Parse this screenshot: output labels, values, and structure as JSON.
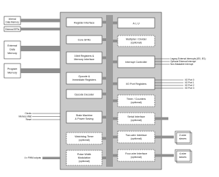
{
  "diagram": {
    "external_left": {
      "internal_data_memory": [
        "Internal",
        "Data Memory"
      ],
      "external_sfrs": "External SFRs",
      "external_data_memory": [
        "External",
        "Data",
        "Memory"
      ],
      "program_memory": [
        "Program",
        "Memory"
      ],
      "clocks_inputs": [
        "Clocks",
        "Memory Wait",
        "Reset"
      ],
      "pwm_outputs": "4 x PWM outputs"
    },
    "blocks_left": {
      "register_interface": "Register Interface",
      "core_sfrs": "Core SFRs",
      "bit16_registers": [
        "16bit Registers &",
        "Memory Interface"
      ],
      "opcode_immediate": [
        "Opcode &",
        "Immediate Registers"
      ],
      "opcode_decoder": "Opcode Decoder",
      "state_machine": [
        "State Machine",
        "& Power Saving"
      ],
      "watchdog_timer": [
        "Watchdog Timer",
        "(optional)"
      ],
      "pwm_module": [
        "Pulse Width",
        "Modulation",
        "(optional)"
      ]
    },
    "blocks_right": {
      "alu": "A L U",
      "multiplier": [
        "Multiplier / Divider",
        "(optional)"
      ],
      "interrupt_controller": "Interrupt Controller",
      "io_port_registers": "I/O Port Registers",
      "timers_counters": [
        "Timer / Counters",
        "(optional)"
      ],
      "serial_interface": [
        "Serial Interface",
        "(optional)"
      ],
      "two_wire": [
        "Two-wire Interface",
        "(optional)"
      ],
      "four_wire": [
        "Four-wire Interface",
        "(optional)"
      ]
    },
    "external_right": {
      "interrupt_labels": [
        "Legacy External Interrupts (IE0, IE1)",
        "Optional External Interrupt",
        "Non-Maskable Interrupt"
      ],
      "io_ports": [
        "I/O Port 0",
        "I/O Port 1",
        "I/O Port 2",
        "I/O Port 3"
      ],
      "two_wire_slaves": [
        "2-wire",
        "slaves"
      ],
      "four_wire_slaves": [
        "4-wire",
        "slaves"
      ]
    }
  }
}
